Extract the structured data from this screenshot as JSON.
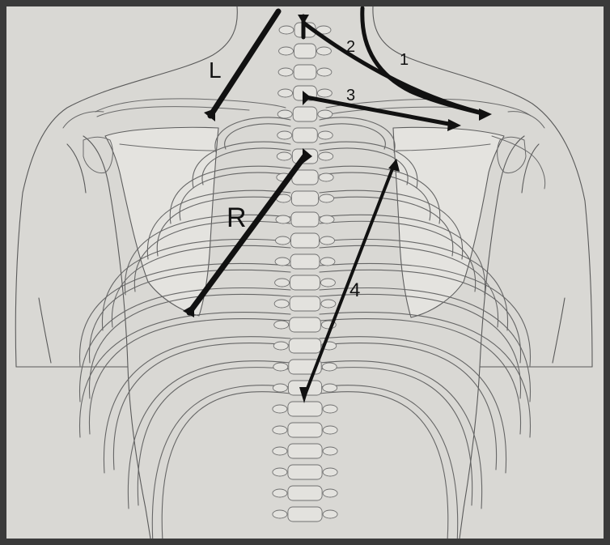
{
  "figure": {
    "labels": {
      "left_muscle": "L",
      "right_muscle": "R",
      "line_1": "1",
      "line_2": "2",
      "line_3": "3",
      "line_4": "4"
    },
    "colors": {
      "background": "#d9d8d4",
      "frame": "#3a3a3a",
      "lines": "#111111",
      "drawing": "#5a5a5a"
    }
  }
}
